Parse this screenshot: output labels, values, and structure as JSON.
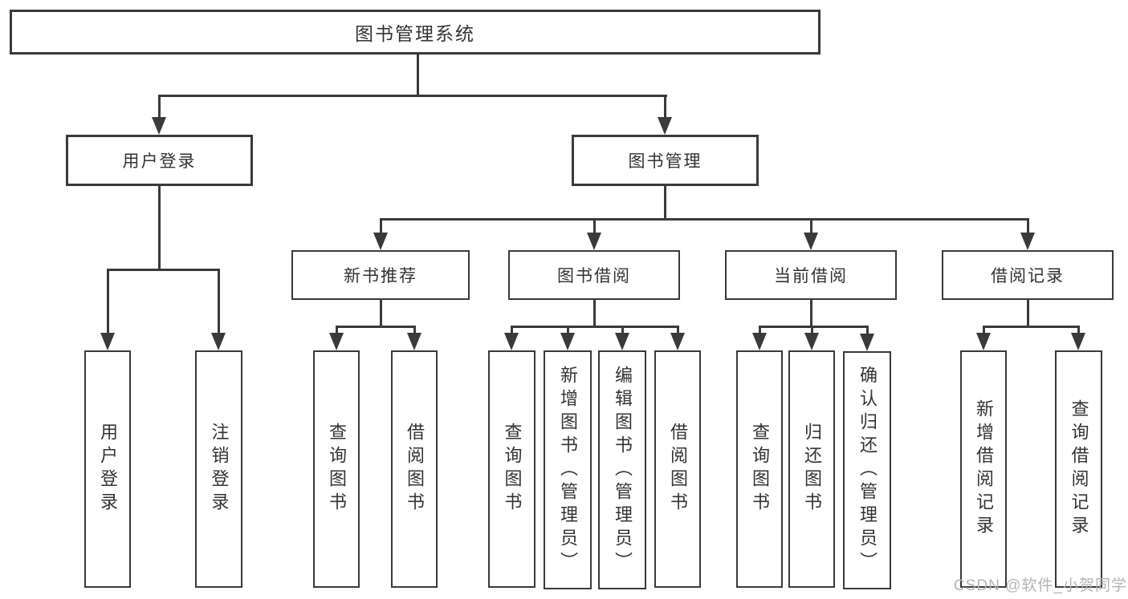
{
  "diagram": {
    "type": "hierarchy-tree",
    "root": {
      "label": "图书管理系统"
    },
    "level2": [
      {
        "label": "用户登录",
        "parent": "图书管理系统"
      },
      {
        "label": "图书管理",
        "parent": "图书管理系统"
      }
    ],
    "level3": [
      {
        "label": "新书推荐",
        "parent": "图书管理"
      },
      {
        "label": "图书借阅",
        "parent": "图书管理"
      },
      {
        "label": "当前借阅",
        "parent": "图书管理"
      },
      {
        "label": "借阅记录",
        "parent": "图书管理"
      }
    ],
    "leaves": [
      {
        "label": "用户登录",
        "parent": "用户登录"
      },
      {
        "label": "注销登录",
        "parent": "用户登录"
      },
      {
        "label": "查询图书",
        "parent": "新书推荐"
      },
      {
        "label": "借阅图书",
        "parent": "新书推荐"
      },
      {
        "label": "查询图书",
        "parent": "图书借阅"
      },
      {
        "label": "新增图书（管理员）",
        "parent": "图书借阅"
      },
      {
        "label": "编辑图书（管理员）",
        "parent": "图书借阅"
      },
      {
        "label": "借阅图书",
        "parent": "图书借阅"
      },
      {
        "label": "查询图书",
        "parent": "当前借阅"
      },
      {
        "label": "归还图书",
        "parent": "当前借阅"
      },
      {
        "label": "确认归还（管理员）",
        "parent": "当前借阅"
      },
      {
        "label": "新增借阅记录",
        "parent": "借阅记录"
      },
      {
        "label": "查询借阅记录",
        "parent": "借阅记录"
      }
    ]
  },
  "watermark": {
    "text": "CSDN @软件_小贺同学"
  },
  "colors": {
    "line": "#3a3a3a",
    "text": "#333333",
    "watermark": "#b4b4b4",
    "background": "#ffffff"
  }
}
